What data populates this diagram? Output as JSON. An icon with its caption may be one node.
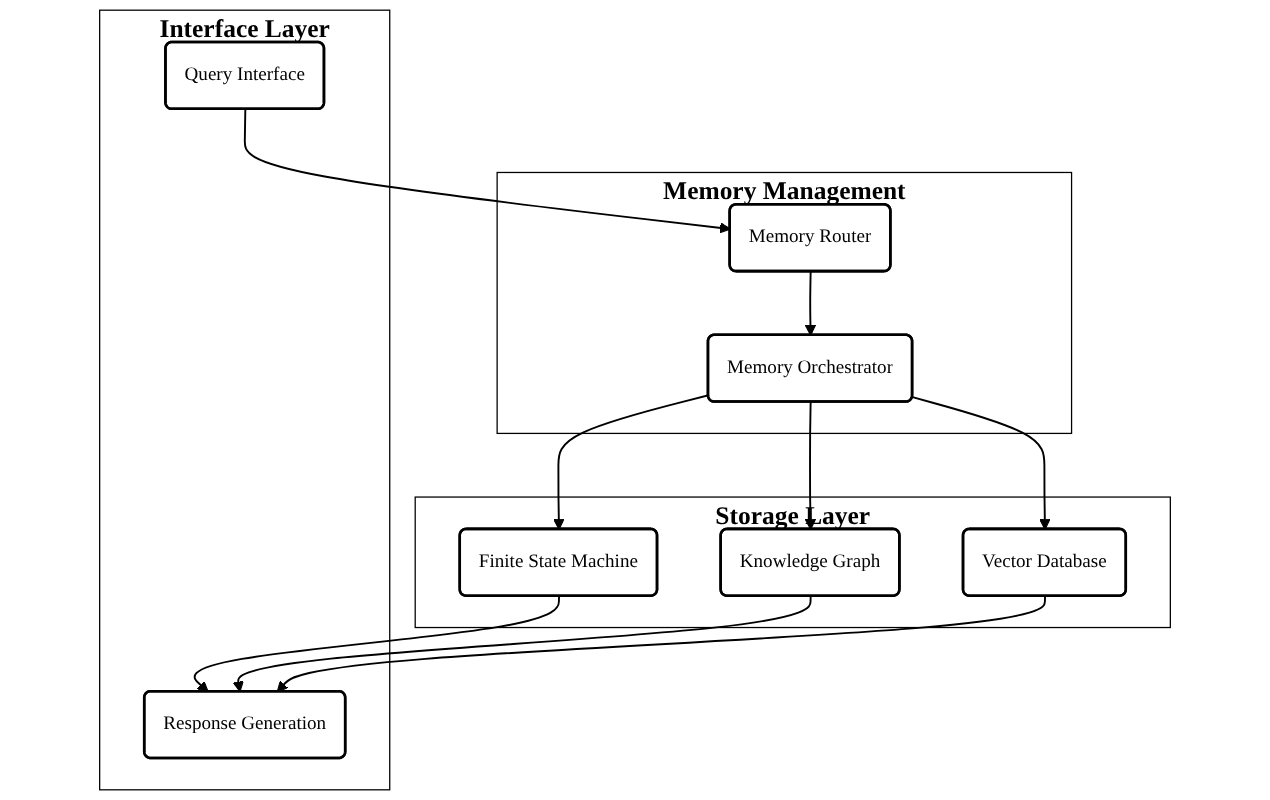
{
  "diagram": {
    "nodes": [
      {
        "text": [
          "Memory Management"
        ]
      },
      {
        "text": [
          "Memory Router"
        ],
        "in": 0
      },
      {
        "text": [
          "Memory Orchestrator"
        ],
        "in": 0
      },
      {
        "text": [
          "Storage Layer"
        ]
      },
      {
        "text": [
          "Finite State Machine"
        ],
        "in": 3
      },
      {
        "text": [
          "Knowledge Graph"
        ],
        "in": 3
      },
      {
        "text": [
          "Vector Database"
        ],
        "in": 3
      },
      {
        "text": [
          "Interface Layer"
        ]
      },
      {
        "text": [
          "Response Generation"
        ],
        "in": 7
      },
      {
        "text": [
          "Query Interface"
        ],
        "in": 7
      }
    ],
    "edges": [
      {
        "from": 1,
        "to": 2,
        "arrow": "to"
      },
      {
        "from": 2,
        "to": 4,
        "arrow": "to"
      },
      {
        "from": 2,
        "to": 5,
        "arrow": "to"
      },
      {
        "from": 2,
        "to": 6,
        "arrow": "to"
      },
      {
        "from": 4,
        "to": 8,
        "arrow": "to"
      },
      {
        "from": 5,
        "to": 8,
        "arrow": "to"
      },
      {
        "from": 6,
        "to": 8,
        "arrow": "to"
      },
      {
        "from": 9,
        "to": 1,
        "arrow": "to"
      }
    ]
  }
}
